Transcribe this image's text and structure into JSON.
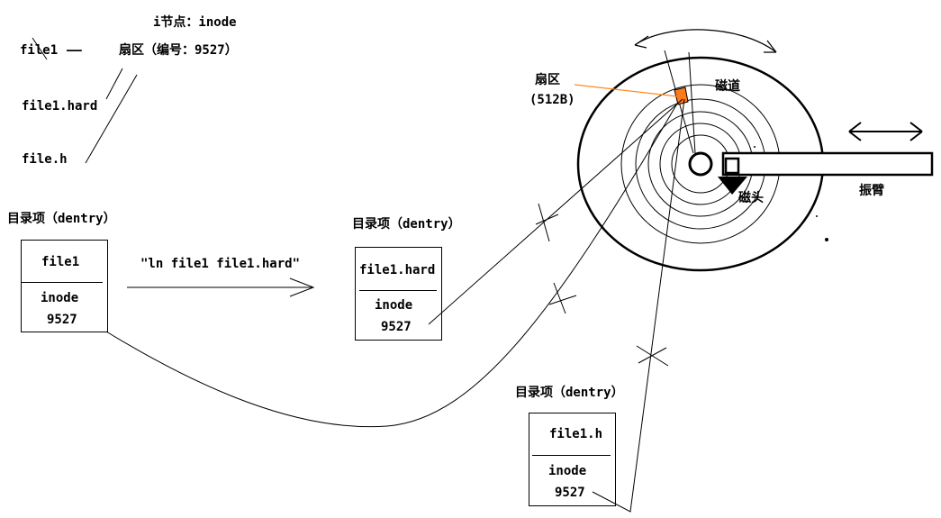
{
  "inode_title": "i节点：inode",
  "top_mapping": {
    "file1": "file1",
    "dashes": "——",
    "sector_label": "扇区（编号：9527）"
  },
  "top_links": [
    "file1.hard",
    "file.h"
  ],
  "dentries": [
    {
      "header": "目录项（dentry）",
      "filename": "file1",
      "field": "inode",
      "value": "9527"
    },
    {
      "header": "目录项（dentry）",
      "filename": "file1.hard",
      "field": "inode",
      "value": "9527"
    },
    {
      "header": "目录项（dentry）",
      "filename": "file1.h",
      "field": "inode",
      "value": "9527"
    }
  ],
  "command": "\"ln file1 file1.hard\"",
  "disk": {
    "sector_label": "扇区",
    "sector_size": "(512B)",
    "track_label": "磁道",
    "head_label": "磁头",
    "arm_label": "振臂",
    "sector_color": "#ff7a1a",
    "sector_pointer_color": "#ff8c1a"
  }
}
